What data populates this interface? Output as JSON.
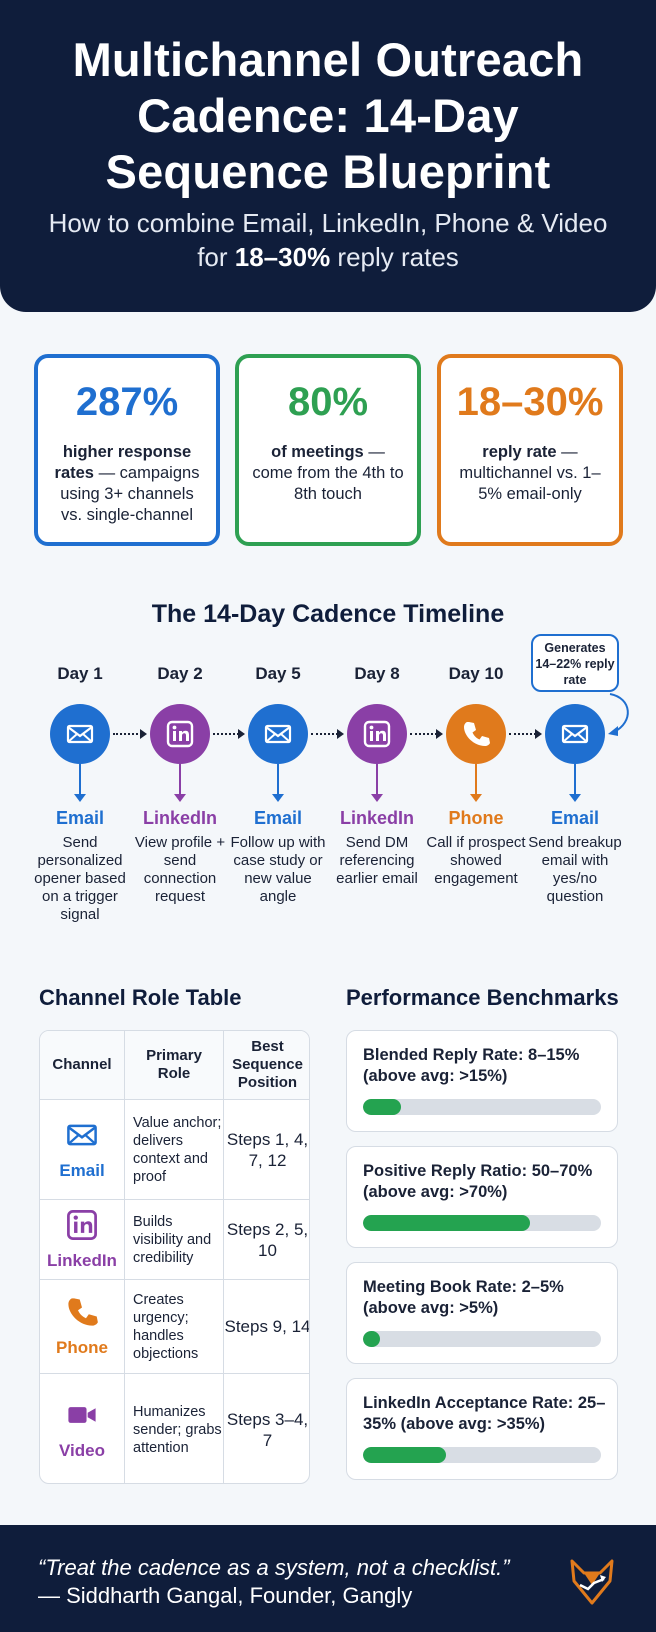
{
  "header": {
    "title": "Multichannel Outreach Cadence: 14-Day Sequence Blueprint",
    "subtitle_before": "How to combine Email, LinkedIn, Phone & Video for ",
    "subtitle_bold": "18–30%",
    "subtitle_after": " reply rates"
  },
  "stats": [
    {
      "value": "287%",
      "bold": "higher response rates",
      "text": " — campaigns using 3+ channels vs. single-channel",
      "color": "#1f6fd0"
    },
    {
      "value": "80%",
      "bold": "of meetings",
      "text": " — come from the 4th to 8th touch",
      "color": "#2ea052"
    },
    {
      "value": "18–30%",
      "bold": "reply rate",
      "text": " — multichannel vs. 1–5% email-only",
      "color": "#e07a1c"
    }
  ],
  "timeline": {
    "title": "The 14-Day Cadence Timeline",
    "callout": "Generates 14–22% reply rate",
    "steps": [
      {
        "day": "Day 1",
        "channel": "Email",
        "icon": "email-icon",
        "color": "#1f6fd0",
        "desc": "Send personalized opener based on a trigger signal"
      },
      {
        "day": "Day 2",
        "channel": "LinkedIn",
        "icon": "linkedin-icon",
        "color": "#8a3fa6",
        "desc": "View profile + send connection request"
      },
      {
        "day": "Day 5",
        "channel": "Email",
        "icon": "email-icon",
        "color": "#1f6fd0",
        "desc": "Follow up with case study or new value angle"
      },
      {
        "day": "Day 8",
        "channel": "LinkedIn",
        "icon": "linkedin-icon",
        "color": "#8a3fa6",
        "desc": "Send DM referencing earlier email"
      },
      {
        "day": "Day 10",
        "channel": "Phone",
        "icon": "phone-icon",
        "color": "#e07a1c",
        "desc": "Call if prospect showed engagement"
      },
      {
        "day": "",
        "channel": "Email",
        "icon": "email-icon",
        "color": "#1f6fd0",
        "desc": "Send breakup email with yes/no question"
      }
    ]
  },
  "channel_table": {
    "title": "Channel Role Table",
    "headers": [
      "Channel",
      "Primary Role",
      "Best Sequence Position"
    ],
    "rows": [
      {
        "channel": "Email",
        "icon": "email-icon",
        "color": "#1f6fd0",
        "role": "Value anchor; delivers context and proof",
        "position": "Steps 1, 4, 7, 12"
      },
      {
        "channel": "LinkedIn",
        "icon": "linkedin-icon",
        "color": "#8a3fa6",
        "role": "Builds visibility and credibility",
        "position": "Steps 2, 5, 10"
      },
      {
        "channel": "Phone",
        "icon": "phone-icon",
        "color": "#e07a1c",
        "role": "Creates urgency; handles objections",
        "position": "Steps 9, 14"
      },
      {
        "channel": "Video",
        "icon": "video-icon",
        "color": "#8a3fa6",
        "role": "Humanizes sender; grabs attention",
        "position": "Steps 3–4, 7"
      }
    ]
  },
  "benchmarks": {
    "title": "Performance Benchmarks",
    "items": [
      {
        "label": "Blended Reply Rate: 8–15% (above avg: >15%)",
        "fill": 0.16
      },
      {
        "label": "Positive Reply Ratio: 50–70% (above avg: >70%)",
        "fill": 0.7
      },
      {
        "label": "Meeting Book Rate: 2–5% (above avg: >5%)",
        "fill": 0.07
      },
      {
        "label": "LinkedIn Acceptance Rate: 25–35% (above avg: >35%)",
        "fill": 0.35
      }
    ]
  },
  "footer": {
    "quote": "“Treat the cadence as a system, not a checklist.”",
    "author": "— Siddharth Gangal, Founder, Gangly"
  }
}
